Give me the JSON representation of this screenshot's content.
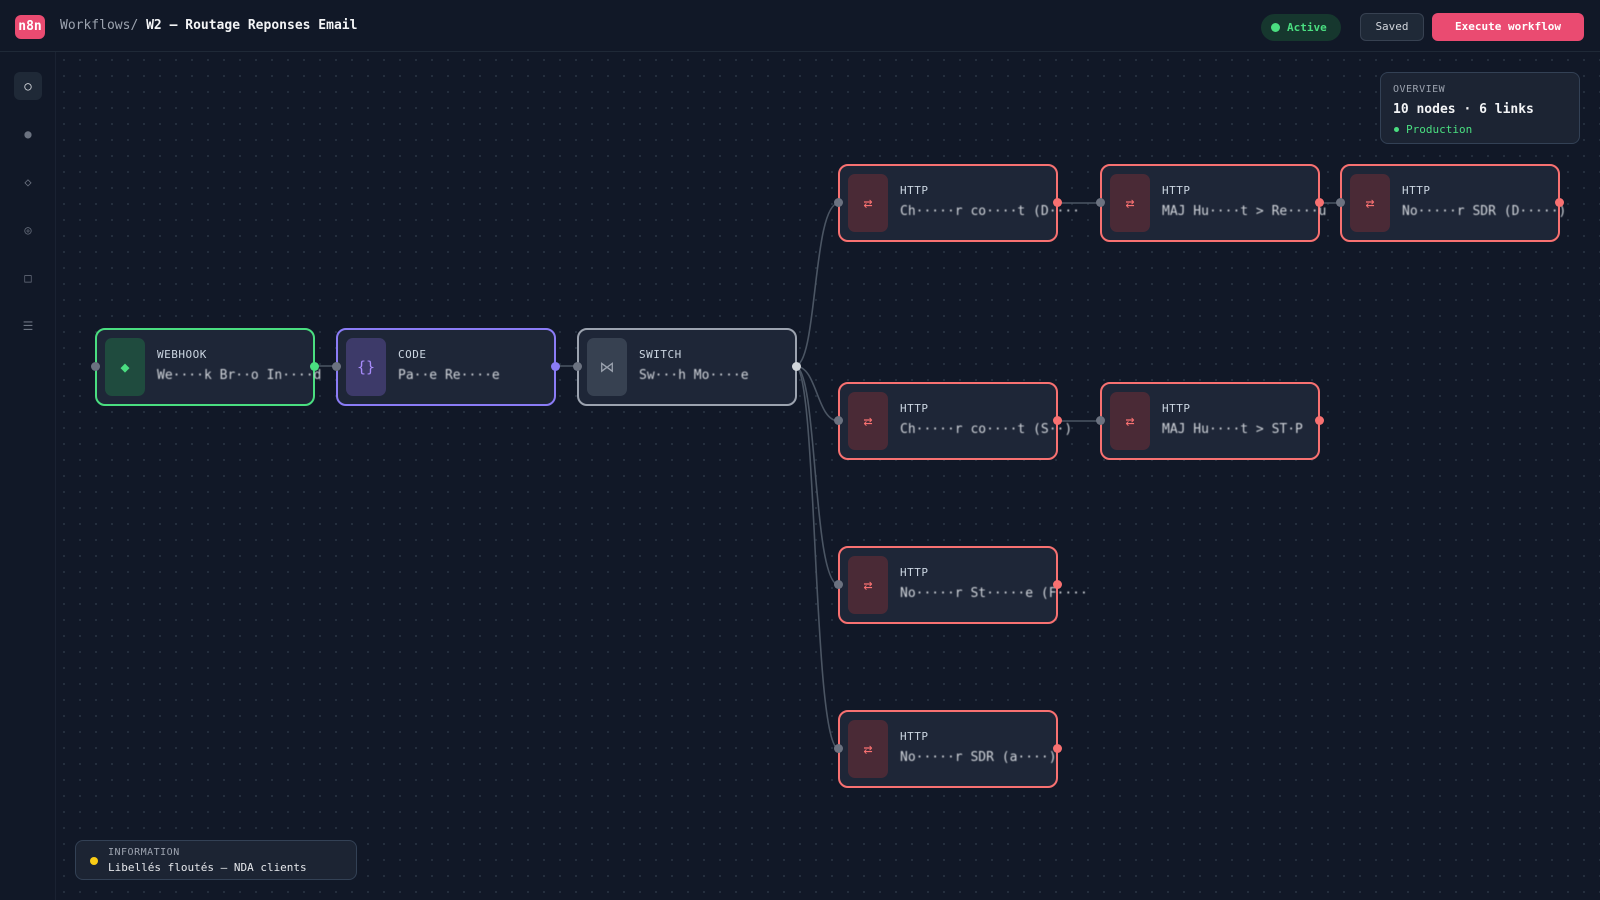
{
  "header": {
    "logo_text": "n8n",
    "breadcrumb_parent": "Workflows",
    "breadcrumb_sep": "/",
    "workflow_title": "W2 — Routage Reponses Email",
    "status_label": "Active",
    "saved_label": "Saved",
    "execute_label": "Execute workflow"
  },
  "sidebar": {
    "items": [
      {
        "icon": "circle-outline-icon",
        "glyph": "○"
      },
      {
        "icon": "dot-icon",
        "glyph": "●"
      },
      {
        "icon": "diamond-icon",
        "glyph": "◇"
      },
      {
        "icon": "target-icon",
        "glyph": "◎"
      },
      {
        "icon": "square-icon",
        "glyph": "□"
      },
      {
        "icon": "menu-icon",
        "glyph": "☰"
      }
    ]
  },
  "overview": {
    "title": "OVERVIEW",
    "stats": "10 nodes · 6 links",
    "environment": "Production"
  },
  "nodes": {
    "webhook": {
      "kind": "WEBHOOK",
      "label": "We····k Br··o In····d",
      "icon": "webhook-diamond-icon",
      "glyph": "◆"
    },
    "code": {
      "kind": "CODE",
      "label": "Pa··e Re····e",
      "icon": "code-braces-icon",
      "glyph": "{}"
    },
    "switch": {
      "kind": "SWITCH",
      "label": "Sw···h Mo····e",
      "icon": "switch-icon",
      "glyph": "⋈"
    },
    "http1": {
      "kind": "HTTP",
      "label": "Ch·····r co····t (D····",
      "icon": "http-arrows-icon",
      "glyph": "⇄"
    },
    "http2": {
      "kind": "HTTP",
      "label": "MAJ Hu····t > Re····u",
      "icon": "http-arrows-icon",
      "glyph": "⇄"
    },
    "http3": {
      "kind": "HTTP",
      "label": "No·····r SDR (D·····)",
      "icon": "http-arrows-icon",
      "glyph": "⇄"
    },
    "http4": {
      "kind": "HTTP",
      "label": "Ch·····r co····t (S··)",
      "icon": "http-arrows-icon",
      "glyph": "⇄"
    },
    "http5": {
      "kind": "HTTP",
      "label": "MAJ Hu····t > ST·P",
      "icon": "http-arrows-icon",
      "glyph": "⇄"
    },
    "http6": {
      "kind": "HTTP",
      "label": "No·····r St·····e (F····",
      "icon": "http-arrows-icon",
      "glyph": "⇄"
    },
    "http7": {
      "kind": "HTTP",
      "label": "No·····r SDR (a····)",
      "icon": "http-arrows-icon",
      "glyph": "⇄"
    }
  },
  "info": {
    "title": "INFORMATION",
    "text": "Libellés floutés — NDA clients"
  },
  "colors": {
    "accent": "#ea4b71",
    "success": "#4ade80",
    "http": "#f87171",
    "code": "#8b7cf6",
    "warning": "#facc15"
  }
}
